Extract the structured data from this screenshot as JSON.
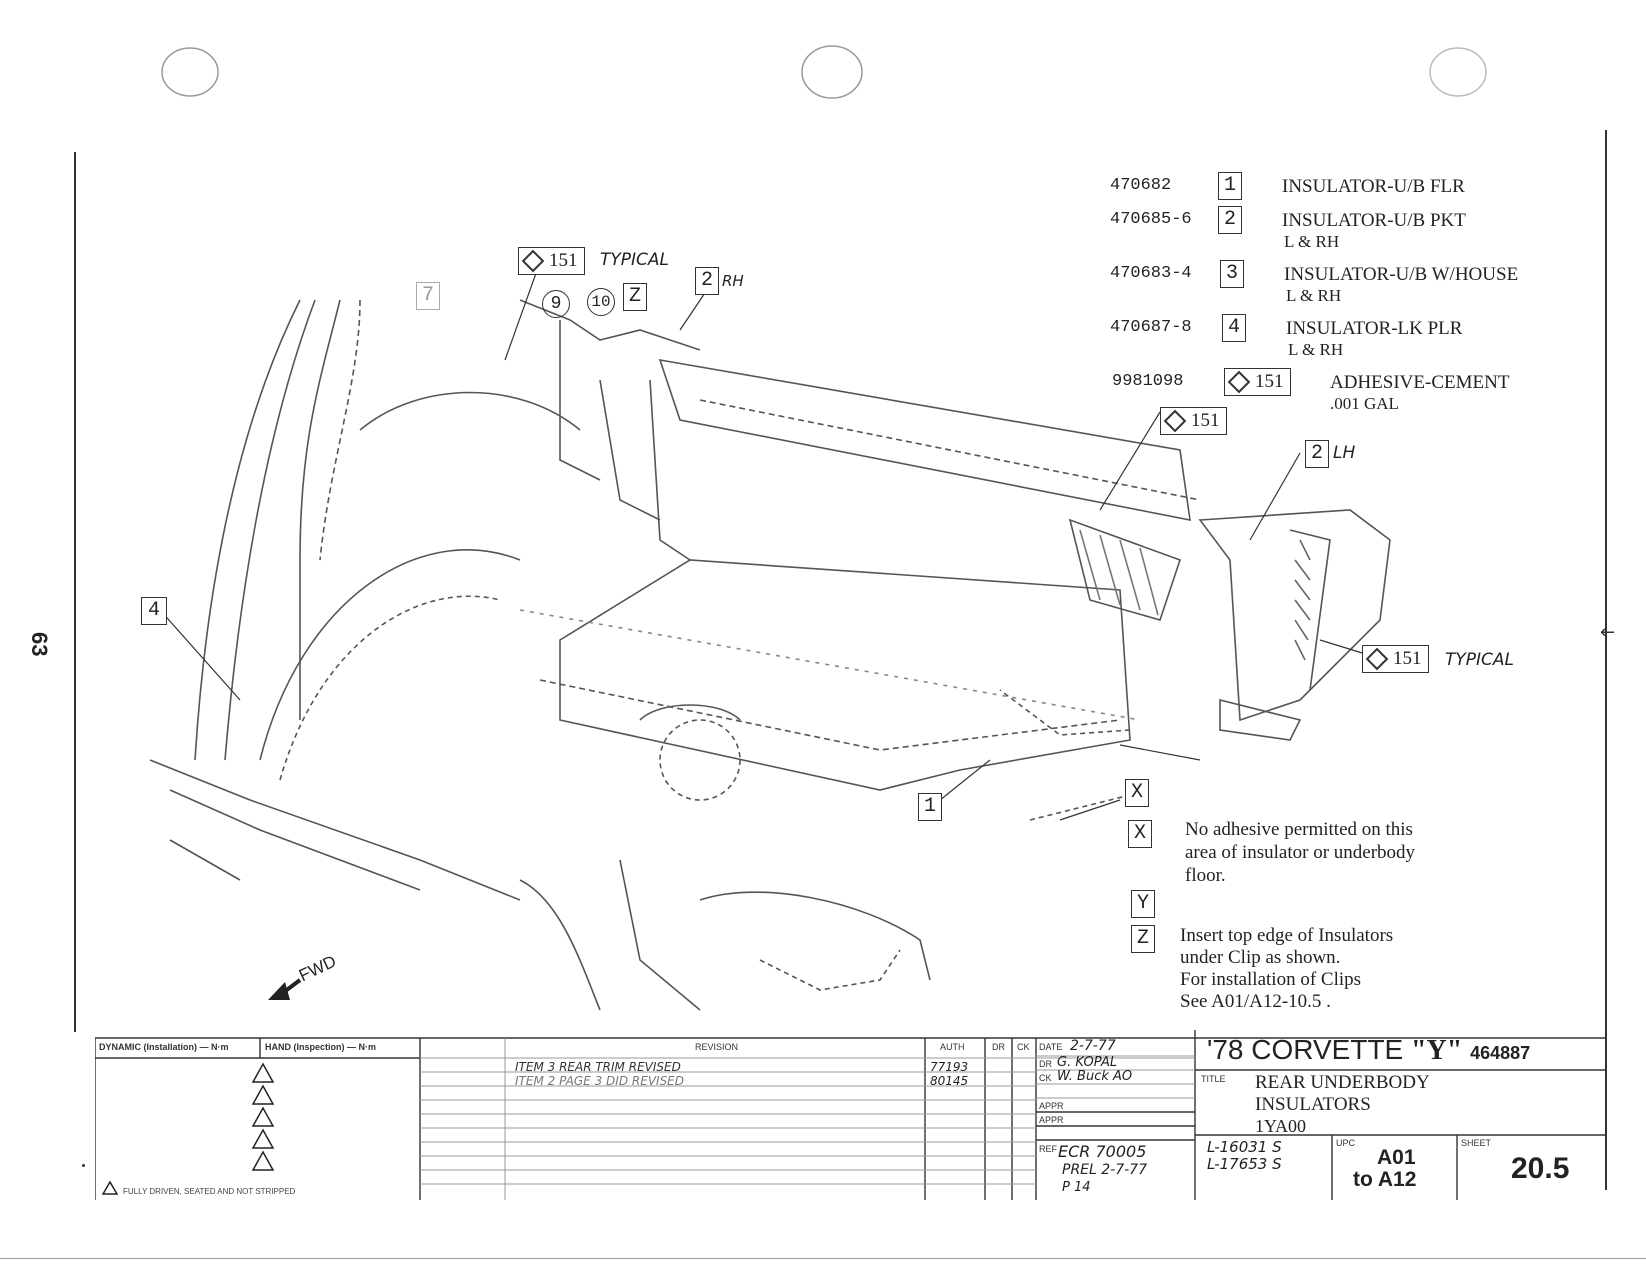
{
  "page_number": "63",
  "parts_list": [
    {
      "part": "470682",
      "key": "1",
      "desc": "INSULATOR-U/B FLR",
      "desc2": ""
    },
    {
      "part": "470685-6",
      "key": "2",
      "desc": "INSULATOR-U/B PKT",
      "desc2": "L & RH"
    },
    {
      "part": "470683-4",
      "key": "3",
      "desc": "INSULATOR-U/B W/HOUSE",
      "desc2": "L & RH"
    },
    {
      "part": "470687-8",
      "key": "4",
      "desc": "INSULATOR-LK PLR",
      "desc2": "L & RH"
    },
    {
      "part": "9981098",
      "key": "151",
      "desc": "ADHESIVE-CEMENT",
      "desc2": ".001 GAL"
    }
  ],
  "callouts": {
    "typical": "TYPICAL",
    "adhesive": "151",
    "rh": "RH",
    "lh": "LH",
    "nine": "9",
    "ten": "10",
    "z": "Z",
    "x": "X",
    "y": "Y",
    "one": "1",
    "two": "2",
    "four": "4",
    "seven": "7",
    "fwd": "FWD"
  },
  "notes": {
    "x_key": "X",
    "x_text1": "No adhesive permitted on this",
    "x_text2": "area of insulator or underbody",
    "x_text3": "floor.",
    "y_key": "Y",
    "z_key": "Z",
    "z_text1": "Insert top edge of Insulators",
    "z_text2": "under Clip  as shown.",
    "z_text3": "For installation of Clips",
    "z_text4": "See A01/A12-10.5 ."
  },
  "title_block": {
    "dynamic_label": "DYNAMIC (Installation) — N·m",
    "hand_label": "HAND (Inspection) — N·m",
    "revision_hdr": "REVISION",
    "auth_hdr": "AUTH",
    "dr_hdr": "DR",
    "ck_hdr": "CK",
    "rev1": "ITEM 3 REAR TRIM REVISED",
    "rev1_auth": "77193",
    "rev2": "ITEM 2 PAGE 3 DID REVISED",
    "rev2_auth": "80145",
    "footnote": "FULLY DRIVEN, SEATED AND NOT STRIPPED",
    "date_label": "DATE",
    "date_val": "2-7-77",
    "dr_label": "DR",
    "dr_val": "G. KOPAL",
    "ck_label": "CK",
    "ck_val": "W. Buck AO",
    "ref_label": "REF",
    "ref_val1": "ECR 70005",
    "ref_val2": "PREL 2-7-77",
    "ref_val3": "P 14",
    "appr1": "APPR",
    "appr2": "APPR",
    "title_prefix": "'78 CORVETTE ",
    "title_y": "\"Y\"",
    "drawing_no": "464887",
    "title_label": "TITLE",
    "title_line1": "REAR UNDERBODY",
    "title_line2": "INSULATORS",
    "title_line3": "1YA00",
    "refs1": "L-16031 S",
    "refs2": "L-17653 S",
    "upc_label": "UPC",
    "upc_val1": "A01",
    "upc_val2": "to A12",
    "sheet_label": "SHEET",
    "sheet_val": "20.5"
  }
}
